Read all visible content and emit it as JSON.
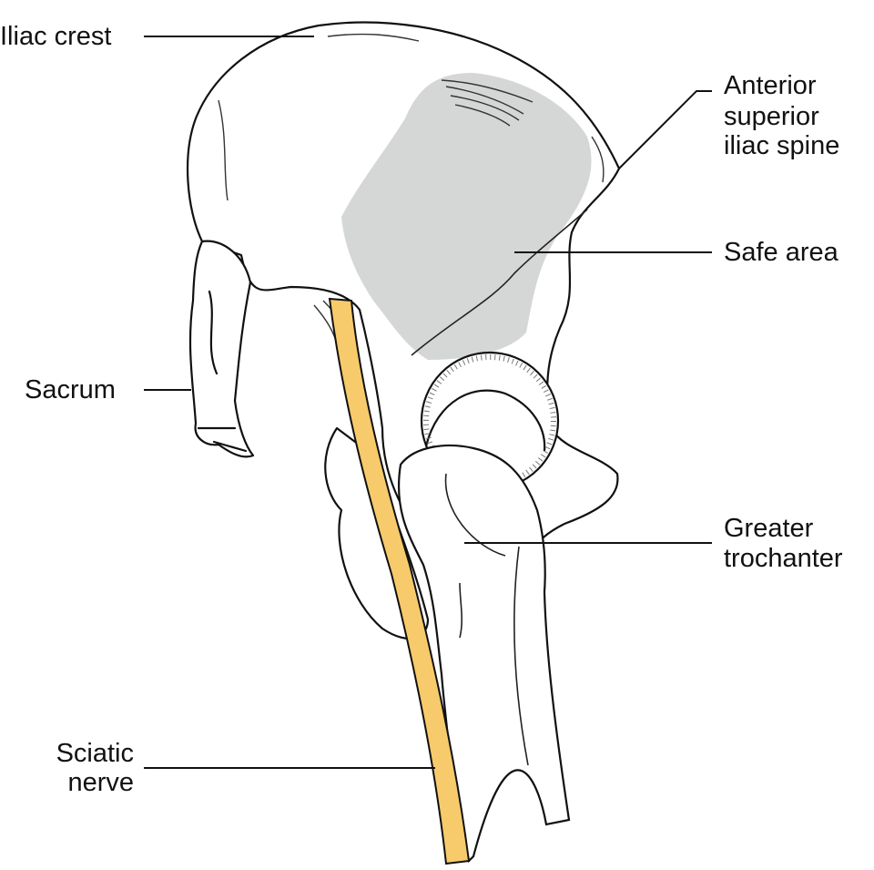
{
  "title": "Lateral view of pelvis and hip showing safe area",
  "labels": {
    "iliac_crest": "Iliac crest",
    "asis_1": "Anterior",
    "asis_2": "superior",
    "asis_3": "iliac spine",
    "safe_area": "Safe area",
    "sacrum": "Sacrum",
    "greater_trochanter_1": "Greater",
    "greater_trochanter_2": "trochanter",
    "sciatic_nerve_1": "Sciatic",
    "sciatic_nerve_2": "nerve"
  },
  "colors": {
    "nerve": "#F7CB6B",
    "safe_area": "#D5D7D7",
    "outline": "#111111"
  }
}
